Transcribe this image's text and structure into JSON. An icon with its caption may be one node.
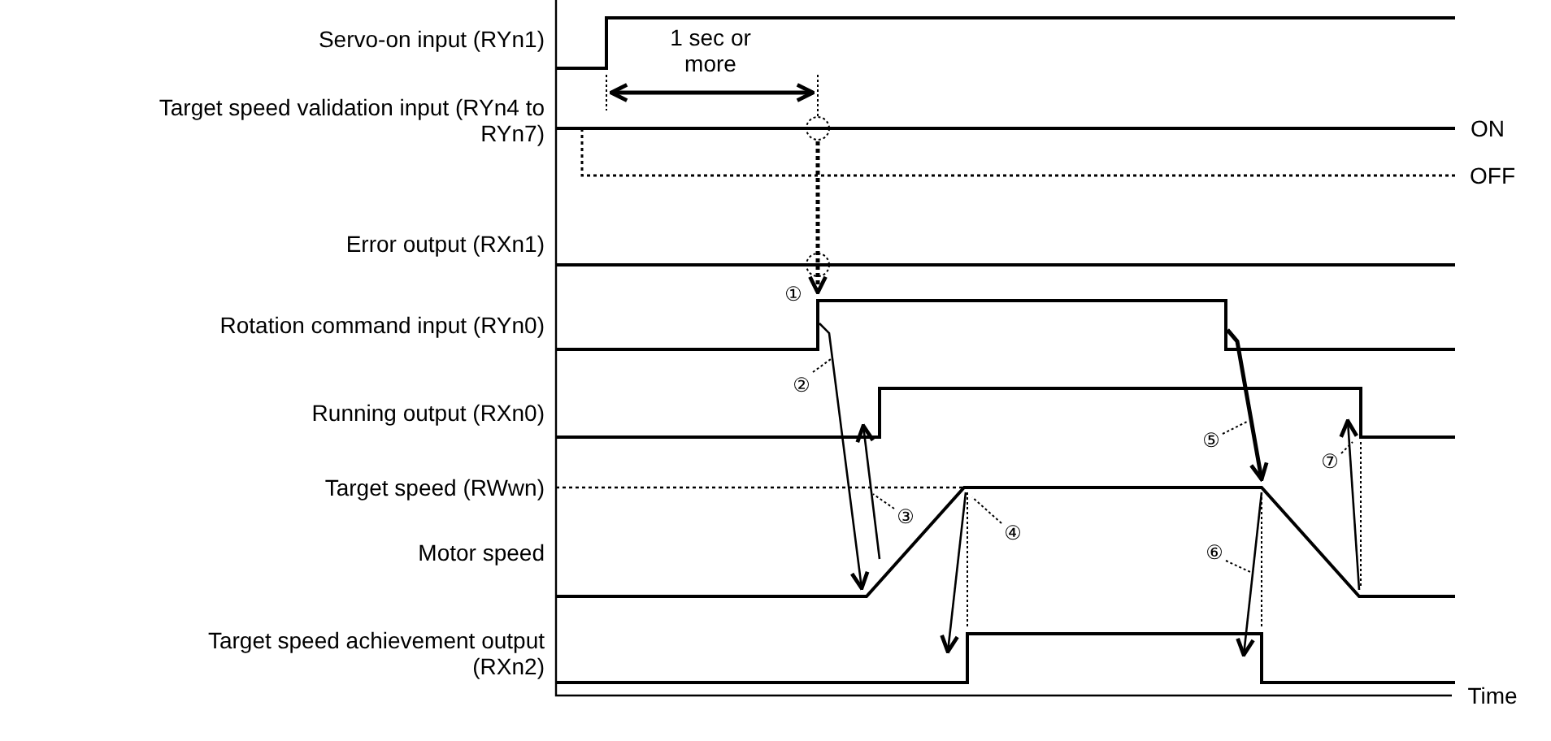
{
  "diagram": {
    "labels": [
      "Servo-on input (RYn1)",
      "1 sec or more",
      "Target speed validation input (RYn4 to RYn7)",
      "ON",
      "OFF",
      "Error output (RXn1)",
      "①",
      "Rotation command input (RYn0)",
      "②",
      "Running output (RXn0)",
      "⑤",
      "⑦",
      "Target speed (RWwn)",
      "③",
      "④",
      "Motor speed",
      "⑥",
      "Target speed achievement output (RXn2)",
      "Time"
    ]
  }
}
